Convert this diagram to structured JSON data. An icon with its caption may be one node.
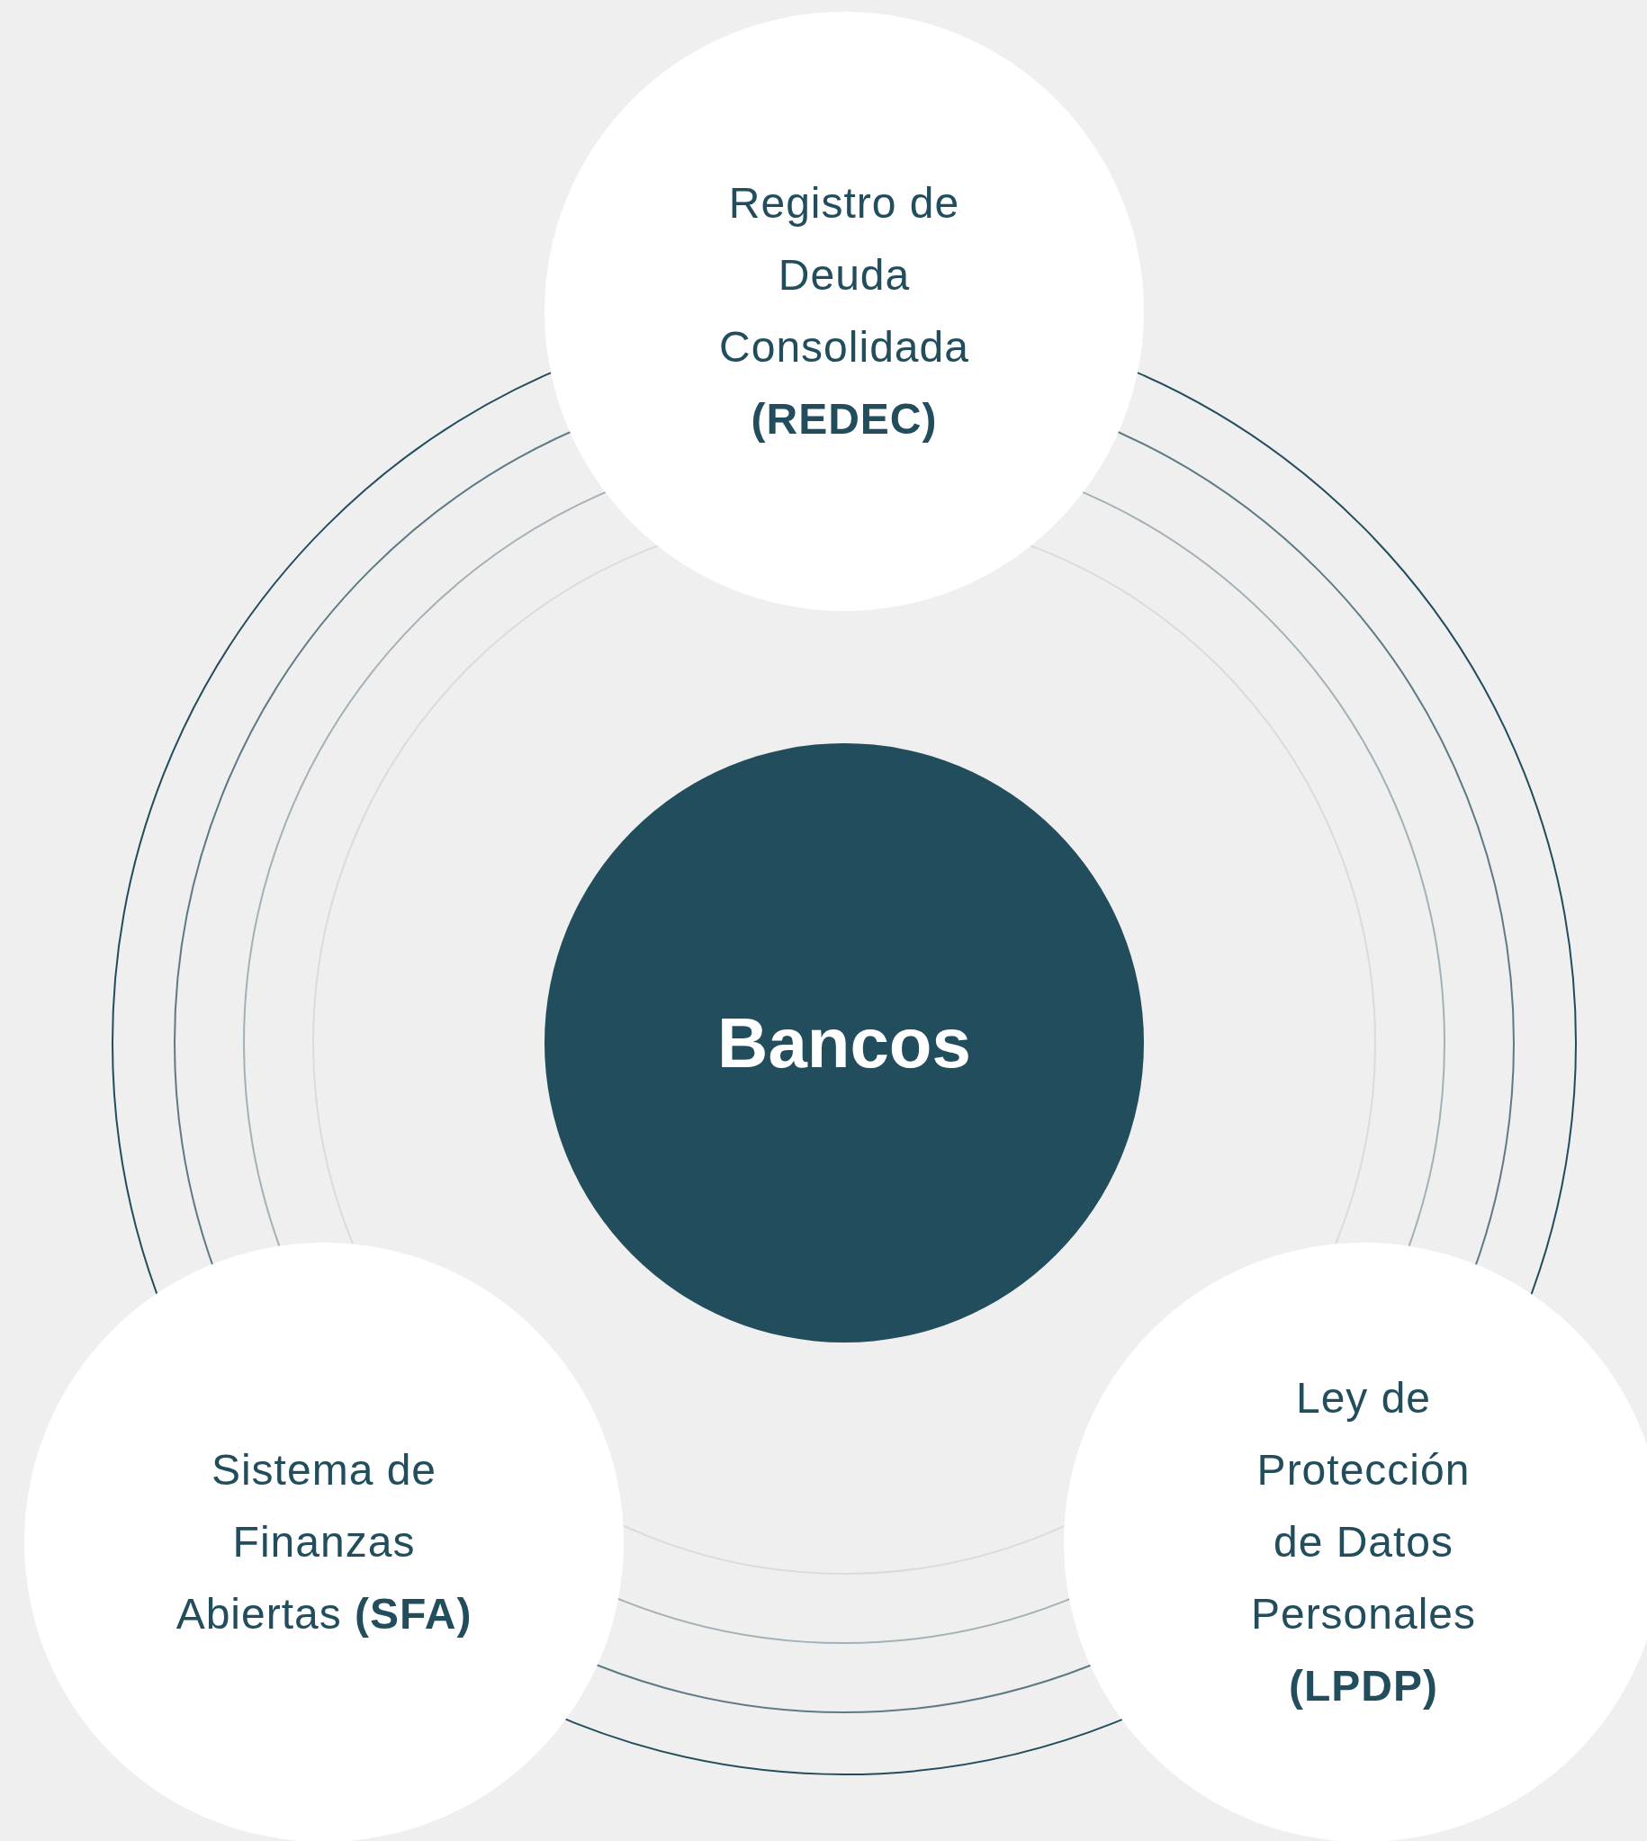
{
  "diagram": {
    "nodes": [
      {
        "text": [
          "Registro de Deuda Consolidada **(REDEC)**"
        ]
      },
      {
        "text": [
          "Bancos"
        ]
      },
      {
        "text": [
          "Sistema de Finanzas Abiertas **(SFA)**"
        ]
      },
      {
        "text": [
          "Ley de Protección de Datos Personales **(LPDP)**"
        ]
      }
    ]
  }
}
